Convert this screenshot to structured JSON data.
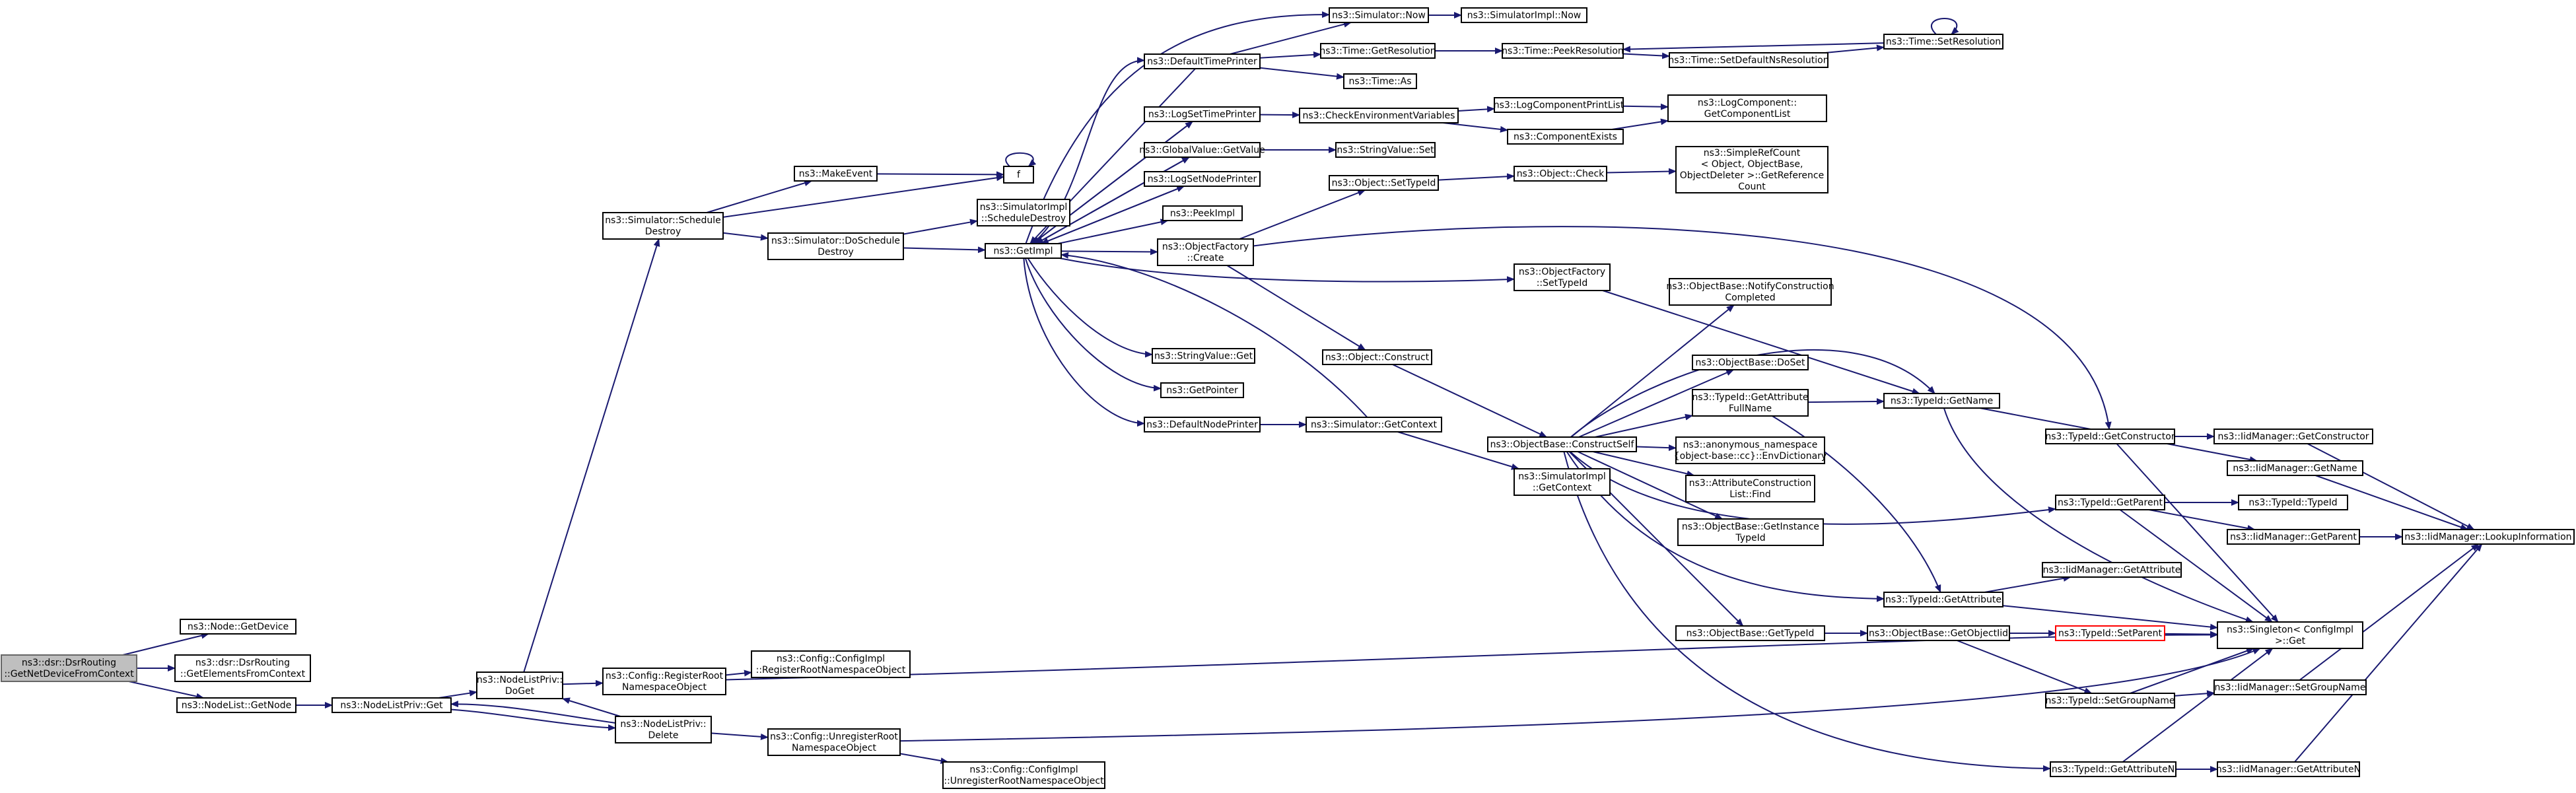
{
  "nodes": [
    {
      "id": "root",
      "lines": [
        "ns3::dsr::DsrRouting",
        "::GetNetDeviceFromContext"
      ],
      "style": "root"
    },
    {
      "id": "node_getdevice",
      "lines": [
        "ns3::Node::GetDevice"
      ]
    },
    {
      "id": "getelements",
      "lines": [
        "ns3::dsr::DsrRouting",
        "::GetElementsFromContext"
      ]
    },
    {
      "id": "nodelist_getnode",
      "lines": [
        "ns3::NodeList::GetNode"
      ]
    },
    {
      "id": "nlp_get",
      "lines": [
        "ns3::NodeListPriv::Get"
      ]
    },
    {
      "id": "nlp_doget",
      "lines": [
        "ns3::NodeListPriv::",
        "DoGet"
      ]
    },
    {
      "id": "nlp_delete",
      "lines": [
        "ns3::NodeListPriv::",
        "Delete"
      ]
    },
    {
      "id": "sim_schedule_destroy",
      "lines": [
        "ns3::Simulator::Schedule",
        "Destroy"
      ]
    },
    {
      "id": "makeevent",
      "lines": [
        "ns3::MakeEvent"
      ]
    },
    {
      "id": "f",
      "lines": [
        "f"
      ]
    },
    {
      "id": "sim_doschedule",
      "lines": [
        "ns3::Simulator::DoSchedule",
        "Destroy"
      ]
    },
    {
      "id": "simimpl_schedule",
      "lines": [
        "ns3::SimulatorImpl",
        "::ScheduleDestroy"
      ]
    },
    {
      "id": "getimpl",
      "lines": [
        "ns3::GetImpl"
      ]
    },
    {
      "id": "cfg_register",
      "lines": [
        "ns3::Config::RegisterRoot",
        "NamespaceObject"
      ]
    },
    {
      "id": "cfgimpl_register",
      "lines": [
        "ns3::Config::ConfigImpl",
        "::RegisterRootNamespaceObject"
      ]
    },
    {
      "id": "cfg_unregister",
      "lines": [
        "ns3::Config::UnregisterRoot",
        "NamespaceObject"
      ]
    },
    {
      "id": "cfgimpl_unregister",
      "lines": [
        "ns3::Config::ConfigImpl",
        "::UnregisterRootNamespaceObject"
      ]
    },
    {
      "id": "defaulttimeprinter",
      "lines": [
        "ns3::DefaultTimePrinter"
      ]
    },
    {
      "id": "logsettimeprinter",
      "lines": [
        "ns3::LogSetTimePrinter"
      ]
    },
    {
      "id": "gv_getvalue",
      "lines": [
        "ns3::GlobalValue::GetValue"
      ]
    },
    {
      "id": "logsetnodeprinter",
      "lines": [
        "ns3::LogSetNodePrinter"
      ]
    },
    {
      "id": "peekimpl",
      "lines": [
        "ns3::PeekImpl"
      ]
    },
    {
      "id": "of_create",
      "lines": [
        "ns3::ObjectFactory",
        "::Create"
      ]
    },
    {
      "id": "sv_get",
      "lines": [
        "ns3::StringValue::Get"
      ]
    },
    {
      "id": "getpointer",
      "lines": [
        "ns3::GetPointer"
      ]
    },
    {
      "id": "defaultnodeprinter",
      "lines": [
        "ns3::DefaultNodePrinter"
      ]
    },
    {
      "id": "sim_now",
      "lines": [
        "ns3::Simulator::Now"
      ]
    },
    {
      "id": "simimpl_now",
      "lines": [
        "ns3::SimulatorImpl::Now"
      ]
    },
    {
      "id": "time_getres",
      "lines": [
        "ns3::Time::GetResolution"
      ]
    },
    {
      "id": "time_as",
      "lines": [
        "ns3::Time::As"
      ]
    },
    {
      "id": "time_peekres",
      "lines": [
        "ns3::Time::PeekResolution"
      ]
    },
    {
      "id": "time_setdefault",
      "lines": [
        "ns3::Time::SetDefaultNsResolution"
      ]
    },
    {
      "id": "time_setres",
      "lines": [
        "ns3::Time::SetResolution"
      ]
    },
    {
      "id": "checkenv",
      "lines": [
        "ns3::CheckEnvironmentVariables"
      ]
    },
    {
      "id": "logcompprint",
      "lines": [
        "ns3::LogComponentPrintList"
      ]
    },
    {
      "id": "logcomp_getlist",
      "lines": [
        "ns3::LogComponent::",
        "GetComponentList"
      ]
    },
    {
      "id": "compexists",
      "lines": [
        "ns3::ComponentExists"
      ]
    },
    {
      "id": "sv_set",
      "lines": [
        "ns3::StringValue::Set"
      ]
    },
    {
      "id": "obj_settypeid",
      "lines": [
        "ns3::Object::SetTypeId"
      ]
    },
    {
      "id": "obj_check",
      "lines": [
        "ns3::Object::Check"
      ]
    },
    {
      "id": "simplerefcount",
      "lines": [
        "ns3::SimpleRefCount",
        "< Object, ObjectBase,",
        "ObjectDeleter >::GetReference",
        "Count"
      ]
    },
    {
      "id": "of_settypeid",
      "lines": [
        "ns3::ObjectFactory",
        "::SetTypeId"
      ]
    },
    {
      "id": "sim_getcontext",
      "lines": [
        "ns3::Simulator::GetContext"
      ]
    },
    {
      "id": "obj_construct",
      "lines": [
        "ns3::Object::Construct"
      ]
    },
    {
      "id": "simimpl_getcontext",
      "lines": [
        "ns3::SimulatorImpl",
        "::GetContext"
      ]
    },
    {
      "id": "ob_constructself",
      "lines": [
        "ns3::ObjectBase::ConstructSelf"
      ]
    },
    {
      "id": "ob_notify",
      "lines": [
        "ns3::ObjectBase::NotifyConstruction",
        "Completed"
      ]
    },
    {
      "id": "ob_doset",
      "lines": [
        "ns3::ObjectBase::DoSet"
      ]
    },
    {
      "id": "tid_getattrfull",
      "lines": [
        "ns3::TypeId::GetAttribute",
        "FullName"
      ]
    },
    {
      "id": "anon_envdict",
      "lines": [
        "ns3::anonymous_namespace",
        "{object-base::cc}::EnvDictionary"
      ]
    },
    {
      "id": "attrlist_find",
      "lines": [
        "ns3::AttributeConstruction",
        "List::Find"
      ]
    },
    {
      "id": "ob_getinstance",
      "lines": [
        "ns3::ObjectBase::GetInstance",
        "TypeId"
      ]
    },
    {
      "id": "ob_gettypeid",
      "lines": [
        "ns3::ObjectBase::GetTypeId"
      ]
    },
    {
      "id": "ob_getobjectiid",
      "lines": [
        "ns3::ObjectBase::GetObjectIid"
      ]
    },
    {
      "id": "tid_getname",
      "lines": [
        "ns3::TypeId::GetName"
      ]
    },
    {
      "id": "tid_getattr",
      "lines": [
        "ns3::TypeId::GetAttribute"
      ]
    },
    {
      "id": "tid_setparent",
      "lines": [
        "ns3::TypeId::SetParent"
      ],
      "style": "red"
    },
    {
      "id": "tid_setgroupname",
      "lines": [
        "ns3::TypeId::SetGroupName"
      ]
    },
    {
      "id": "tid_getattrn",
      "lines": [
        "ns3::TypeId::GetAttributeN"
      ]
    },
    {
      "id": "tid_getconstructor",
      "lines": [
        "ns3::TypeId::GetConstructor"
      ]
    },
    {
      "id": "tid_getparent",
      "lines": [
        "ns3::TypeId::GetParent"
      ]
    },
    {
      "id": "iid_getattr",
      "lines": [
        "ns3::IidManager::GetAttribute"
      ]
    },
    {
      "id": "singleton_get",
      "lines": [
        "ns3::Singleton< ConfigImpl",
        " >::Get"
      ]
    },
    {
      "id": "iid_getconstructor",
      "lines": [
        "ns3::IidManager::GetConstructor"
      ]
    },
    {
      "id": "iid_getname",
      "lines": [
        "ns3::IidManager::GetName"
      ]
    },
    {
      "id": "tid_typeid",
      "lines": [
        "ns3::TypeId::TypeId"
      ]
    },
    {
      "id": "iid_getparent",
      "lines": [
        "ns3::IidManager::GetParent"
      ]
    },
    {
      "id": "iid_lookup",
      "lines": [
        "ns3::IidManager::LookupInformation"
      ]
    },
    {
      "id": "iid_setgroupname",
      "lines": [
        "ns3::IidManager::SetGroupName"
      ]
    },
    {
      "id": "iid_getattrn",
      "lines": [
        "ns3::IidManager::GetAttributeN"
      ]
    }
  ]
}
